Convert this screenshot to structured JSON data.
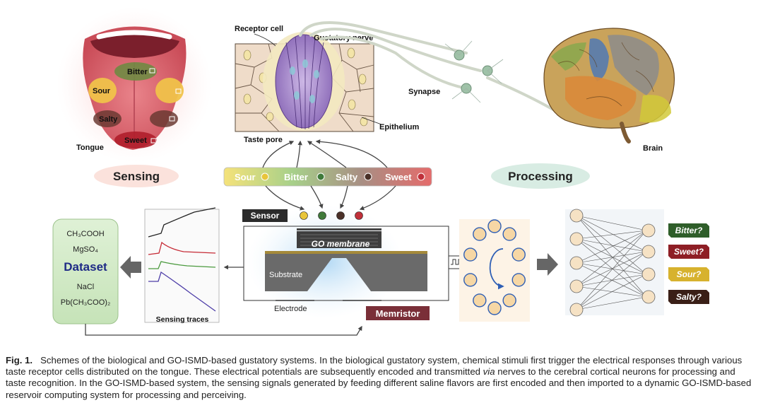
{
  "tongue": {
    "label": "Tongue",
    "regions": {
      "bitter": "Bitter",
      "sour": "Sour",
      "salty": "Salty",
      "sweet": "Sweet"
    }
  },
  "receptor": {
    "receptor_cell": "Receptor cell",
    "gustatory_nerve": "Gustatory nerve",
    "epithelium": "Epithelium",
    "taste_pore": "Taste pore",
    "synapse": "Synapse"
  },
  "brain": {
    "label": "Brain"
  },
  "stages": {
    "sensing": "Sensing",
    "processing": "Processing"
  },
  "flavors": [
    {
      "label": "Sour",
      "color": "#e8c53a"
    },
    {
      "label": "Bitter",
      "color": "#3f7a3a"
    },
    {
      "label": "Salty",
      "color": "#4a3028"
    },
    {
      "label": "Sweet",
      "color": "#c0303a"
    }
  ],
  "device": {
    "sensor": "Sensor",
    "membrane": "GO membrane",
    "substrate": "Substrate",
    "electrode": "Electrode",
    "memristor": "Memristor"
  },
  "dataset": {
    "title": "Dataset",
    "chem1": "CH₃COOH",
    "chem2": "MgSO₄",
    "chem3": "NaCl",
    "chem4": "Pb(CH₃COO)₂"
  },
  "traces": {
    "label": "Sensing traces"
  },
  "outputs": [
    {
      "label": "Bitter?",
      "color": "#2f5e2a"
    },
    {
      "label": "Sweet?",
      "color": "#8e1e25"
    },
    {
      "label": "Sour?",
      "color": "#d7b22e"
    },
    {
      "label": "Salty?",
      "color": "#3a1f17"
    }
  ],
  "caption": {
    "fig_label": "Fig. 1.",
    "text_a": "Schemes of the biological and GO-ISMD-based gustatory systems. In the biological gustatory system, chemical stimuli first trigger the electrical responses through various taste receptor cells distributed on the tongue. These electrical potentials are subsequently encoded and transmitted ",
    "via": "via",
    "text_b": " nerves to the cerebral cortical neurons for processing and taste recognition. In the GO-ISMD-based system, the sensing signals generated by feeding different saline flavors are first encoded and then imported to a dynamic GO-ISMD-based reservoir computing system for processing and perceiving."
  }
}
